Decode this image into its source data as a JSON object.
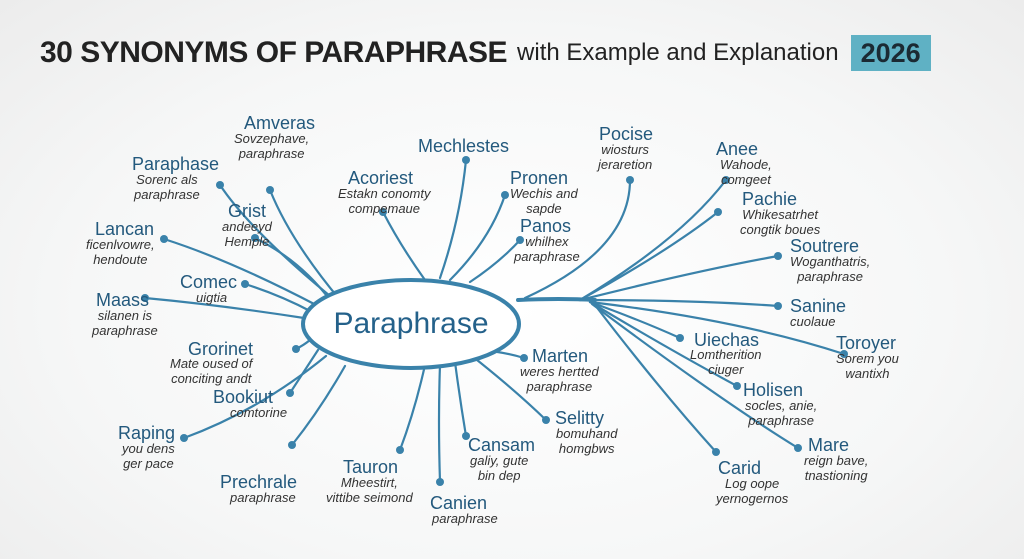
{
  "header": {
    "title_bold": "30 SYNONYMS OF PARAPHRASE",
    "title_light": "with Example and Explanation",
    "year": "2026"
  },
  "center": {
    "label": "Paraphrase"
  },
  "colors": {
    "line": "#3a82aa",
    "node_title": "#23597d",
    "year_bg": "#5fb1c4"
  },
  "nodes": [
    {
      "title": "Amveras",
      "desc": "Sovzephave,\nparaphrase"
    },
    {
      "title": "Paraphase",
      "desc": "Sorenc als\nparaphrase"
    },
    {
      "title": "Grist",
      "desc": "andeeyd\nHemple"
    },
    {
      "title": "Lancan",
      "desc": "ficenlvowre,\nhendoute"
    },
    {
      "title": "Comec",
      "desc": "uigtia"
    },
    {
      "title": "Maass",
      "desc": "silanen is\nparaphrase"
    },
    {
      "title": "Grorinet",
      "desc": "Mate oused of\nconciting andt"
    },
    {
      "title": "Bookiut",
      "desc": "comtorine"
    },
    {
      "title": "Raping",
      "desc": "you dens\nger pace"
    },
    {
      "title": "Prechrale",
      "desc": "paraphrase"
    },
    {
      "title": "Mechlestes",
      "desc": ""
    },
    {
      "title": "Acoriest",
      "desc": "Estakn conomty\ncompemaue"
    },
    {
      "title": "Pronen",
      "desc": "Wechis and\nsapde"
    },
    {
      "title": "Panos",
      "desc": "whilhex\nparaphrase"
    },
    {
      "title": "Pocise",
      "desc": "wiosturs\njeraretion"
    },
    {
      "title": "Anee",
      "desc": "Wahode,\ncomgeet"
    },
    {
      "title": "Pachie",
      "desc": "Whikesatrhet\ncongtik boues"
    },
    {
      "title": "Soutrere",
      "desc": "Woganthatris,\nparaphrase"
    },
    {
      "title": "Sanine",
      "desc": "cuolaue"
    },
    {
      "title": "Uiechas",
      "desc": "Lomtherition\nciuger"
    },
    {
      "title": "Toroyer",
      "desc": "Sorem you\nwantixh"
    },
    {
      "title": "Marten",
      "desc": "weres hertted\nparaphrase"
    },
    {
      "title": "Holisen",
      "desc": "socles, anie,\nparaphrase"
    },
    {
      "title": "Selitty",
      "desc": "bomuhand\nhomgbws"
    },
    {
      "title": "Mare",
      "desc": "reign bave,\ntnastioning"
    },
    {
      "title": "Cansam",
      "desc": "galiy, gute\nbin dep"
    },
    {
      "title": "Carid",
      "desc": "Log oope\nyernogernos"
    },
    {
      "title": "Tauron",
      "desc": "Mheestirt,\nvittibe seimond"
    },
    {
      "title": "Canien",
      "desc": "paraphrase"
    }
  ]
}
